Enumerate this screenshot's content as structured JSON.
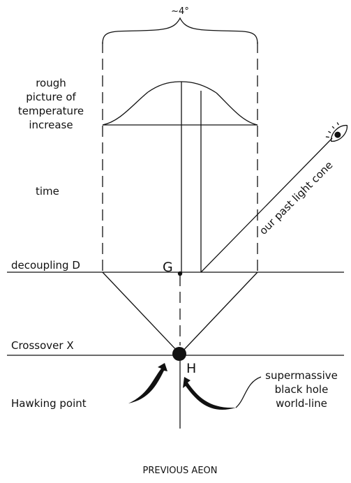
{
  "labels": {
    "angle": "~4°",
    "temperature_line1": "rough",
    "temperature_line2": "picture of",
    "temperature_line3": "temperature",
    "temperature_line4": "increase",
    "time": "time",
    "decoupling": "decoupling D",
    "crossover": "Crossover X",
    "point_g": "G",
    "point_h": "H",
    "hawking_point": "Hawking point",
    "smbh_line1": "supermassive",
    "smbh_line2": "black hole",
    "smbh_line3": "world-line",
    "light_cone": "our past light cone",
    "previous_aeon": "PREVIOUS AEON"
  },
  "icons": {
    "observer": "eye-icon"
  }
}
